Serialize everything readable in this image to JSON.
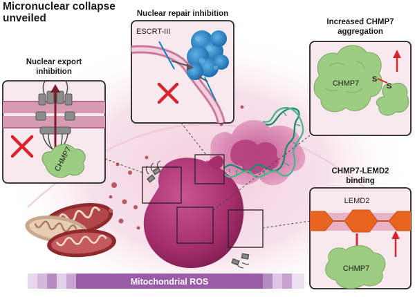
{
  "title": {
    "line1": "Micronuclear collapse",
    "line2": "unveiled"
  },
  "panels": {
    "nuclear_export": {
      "heading_line1": "Nuclear export",
      "heading_line2": "inhibition",
      "protein_label": "CHMP7"
    },
    "nuclear_repair": {
      "heading": "Nuclear repair  inhibition",
      "complex_label": "ESCRT-III"
    },
    "chmp7_aggregation": {
      "heading_line1": "Increased CHMP7",
      "heading_line2": "aggregation",
      "protein_label": "CHMP7",
      "disulfide_left": "S",
      "disulfide_right": "S"
    },
    "chmp7_lemd2": {
      "heading_line1": "CHMP7-LEMD2",
      "heading_line2": "binding",
      "membrane_label": "LEMD2",
      "protein_label": "CHMP7"
    }
  },
  "bottom_bar": {
    "label": "Mitochondrial ROS"
  },
  "colors": {
    "background_glow": "#f4dce6",
    "micronucleus": "#a42e6c",
    "cyan_accent": "#0e7ec4",
    "red_mark": "#d9262e",
    "chmp7_green": "#9ccd82",
    "dna_green": "#1f8b6b",
    "bar_purple": "#9a5ba9",
    "panel_border": "#222222"
  }
}
